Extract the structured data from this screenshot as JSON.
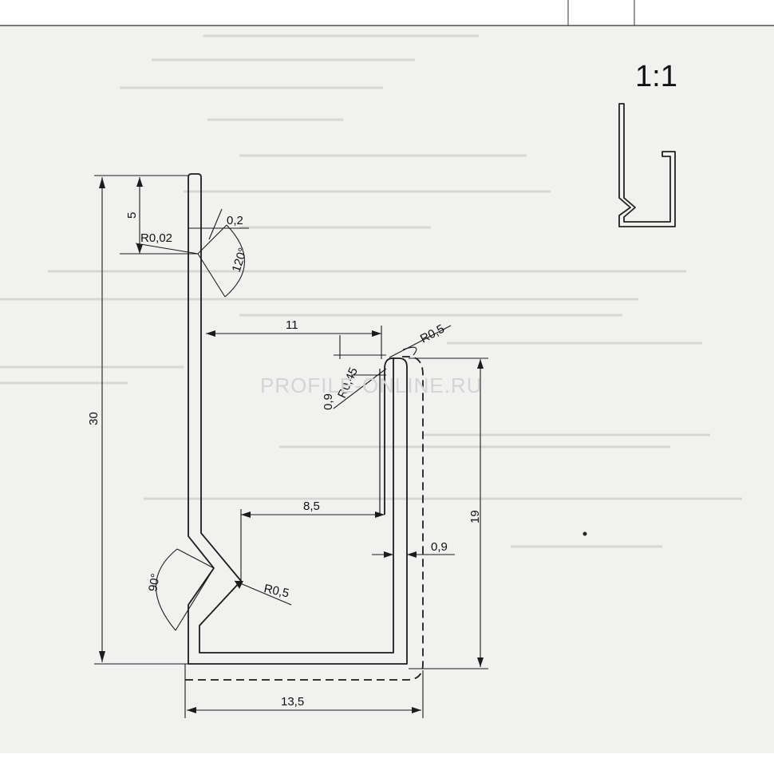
{
  "drawing": {
    "scale": "1:1",
    "watermark": "PROFILE-ONLINE.RU",
    "dimensions": {
      "total_height": "30",
      "top_offset": "5",
      "inner_width": "11",
      "right_height": "19",
      "bottom_width": "13,5",
      "pocket_width": "8,5",
      "wall_thickness": "0,9",
      "flange_thickness": "0,9",
      "lip_thickness": "0,2"
    },
    "radii": {
      "tip": "R0,02",
      "top_right": "R0,5",
      "top_small": "R0,45",
      "v_notch": "R0,5"
    },
    "angles": {
      "top_notch": "120°",
      "lower_notch": "90°"
    }
  }
}
